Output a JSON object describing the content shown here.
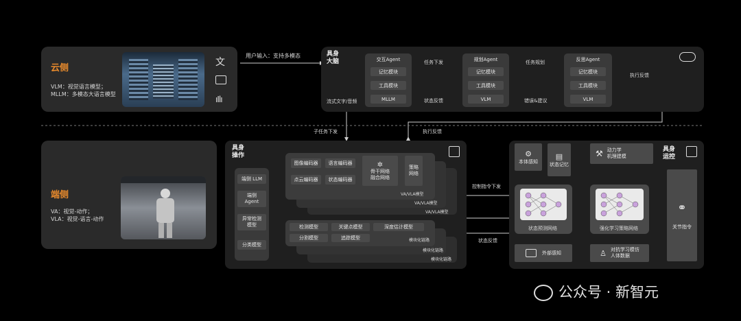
{
  "colors": {
    "accent": "#e88a2c",
    "panel": "#2a2a2a",
    "box": "#4a4a4a"
  },
  "cloud": {
    "title": "云侧",
    "line1": "VLM：视觉语言模型；",
    "line2": "MLLM：多模态大语言模型",
    "user_input": "用户输入：支持多模态",
    "brain_label": "具身\n大脑",
    "stream_text": "流式文字/音频",
    "interact": {
      "title": "交互Agent",
      "items": [
        "记忆模块",
        "工具模块",
        "MLLM"
      ]
    },
    "plan": {
      "title": "规划Agent",
      "items": [
        "记忆模块",
        "工具模块",
        "VLM"
      ]
    },
    "reflect": {
      "title": "反思Agent",
      "items": [
        "记忆模块",
        "工具模块",
        "VLM"
      ]
    },
    "task_down": "任务下发",
    "state_feedback": "状态反馈",
    "task_plan": "任务规划",
    "error_suggest": "错误&建议",
    "exec_feedback": "执行反馈"
  },
  "middle": {
    "subtask_down": "子任务下发",
    "exec_feedback": "执行反馈"
  },
  "edge": {
    "title": "端侧",
    "line1": "VA：视觉-动作；",
    "line2": "VLA：视觉-语言-动作"
  },
  "op": {
    "label": "具身\n操作",
    "left": [
      "端侧 LLM",
      "端侧\nAgent",
      "异常检测\n模型",
      "分类模型"
    ],
    "encoders": [
      "图像编码器",
      "语言编码器",
      "点云编码器",
      "状态编码器"
    ],
    "fusion": "骨干网络\n融合网络",
    "policy": "策略\n网络",
    "va_vla": [
      "VA/VLA模型",
      "VA/VLA模型",
      "VA/VLA模型"
    ],
    "modules": [
      "检测模型",
      "关键点模型",
      "深度估计模型",
      "分割模型",
      "追踪模型"
    ],
    "modular": [
      "模块化链路",
      "模块化链路",
      "模块化链路"
    ],
    "ctrl_down": "控制指令下发",
    "state_fb": "状态反馈"
  },
  "motion": {
    "label": "具身\n运控",
    "body_sense": "本体感知",
    "state_memory": "状态记忆",
    "dynamics": "动力学\n机理建模",
    "predict_net": "状态预测网络",
    "rl_net": "强化学习策略网络",
    "external": "外部感知",
    "adversarial": "对抗学习模仿\n人体数据",
    "joint": "关节指令"
  },
  "watermark": "公众号 · 新智元"
}
